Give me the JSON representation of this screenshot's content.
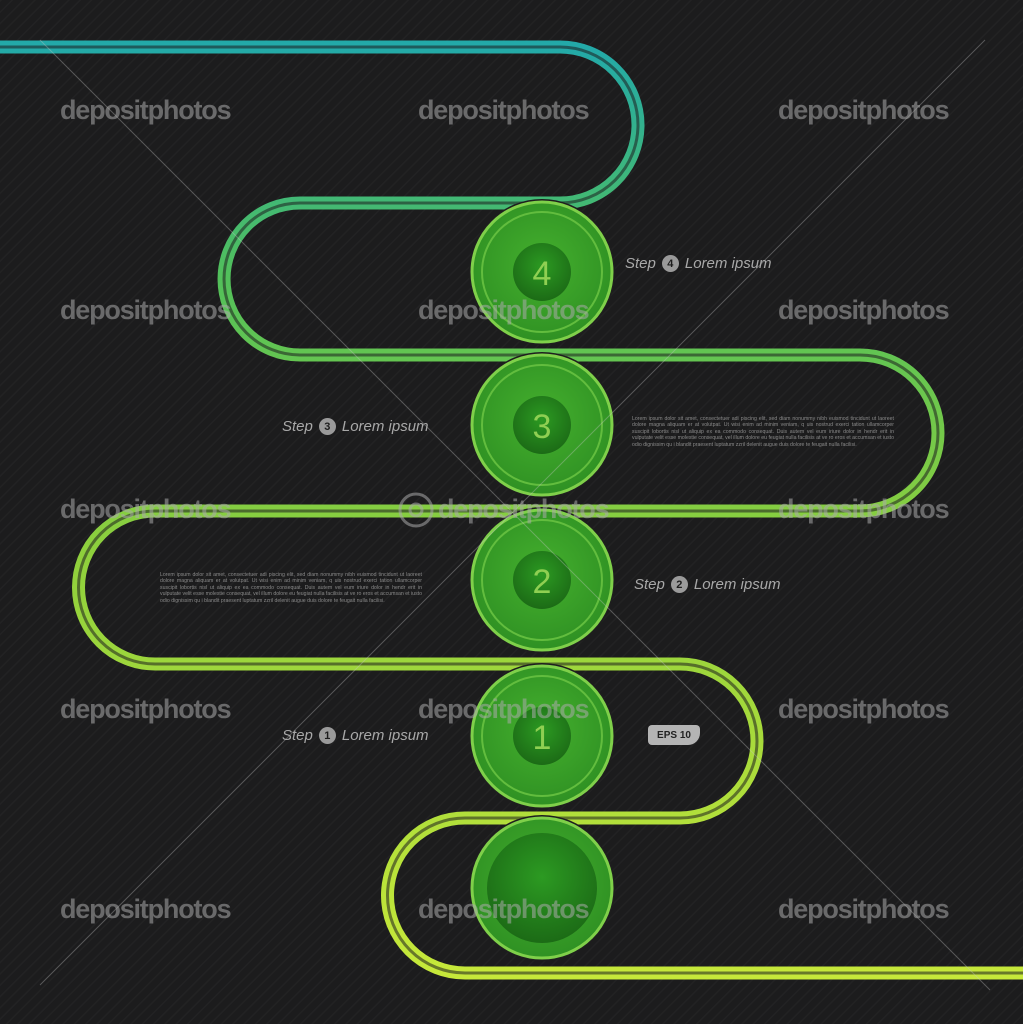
{
  "steps": [
    {
      "number": "4",
      "prefix": "Step",
      "text": "Lorem ipsum"
    },
    {
      "number": "3",
      "prefix": "Step",
      "text": "Lorem ipsum"
    },
    {
      "number": "2",
      "prefix": "Step",
      "text": "Lorem ipsum"
    },
    {
      "number": "1",
      "prefix": "Step",
      "text": "Lorem ipsum"
    }
  ],
  "lorem_text": "Lorem ipsum dolor sit amet, consectetuer adi piscing elit, sed diam nonummy nibh euismod tincidunt ut laoreet dolore magna aliquam er at volutpat. Ut wisi enim ad minim veniam, q uis nostrud exerci tation ullamcorper suscipit lobortis nisl ut aliquip ex ea commodo consequat. Duis autem vel eum iriure dolor in hendr erit in vulputate velit esse molestie consequat, vel illum dolore eu feugiat nulla facilisis at ve ro eros et accumsan et iusto odio dignissim qu i blandit praesent luptatum zzril delenit augue duis dolore te feugait nulla facilisi.",
  "badge": "EPS 10",
  "watermark": "depositphotos",
  "colors": {
    "background": "#1c1c1d",
    "ribbon_teal": "#2bb6a0",
    "ribbon_green": "#6cc83c",
    "ribbon_lime": "#b9e43a",
    "circle_green": "#3aa52a"
  }
}
